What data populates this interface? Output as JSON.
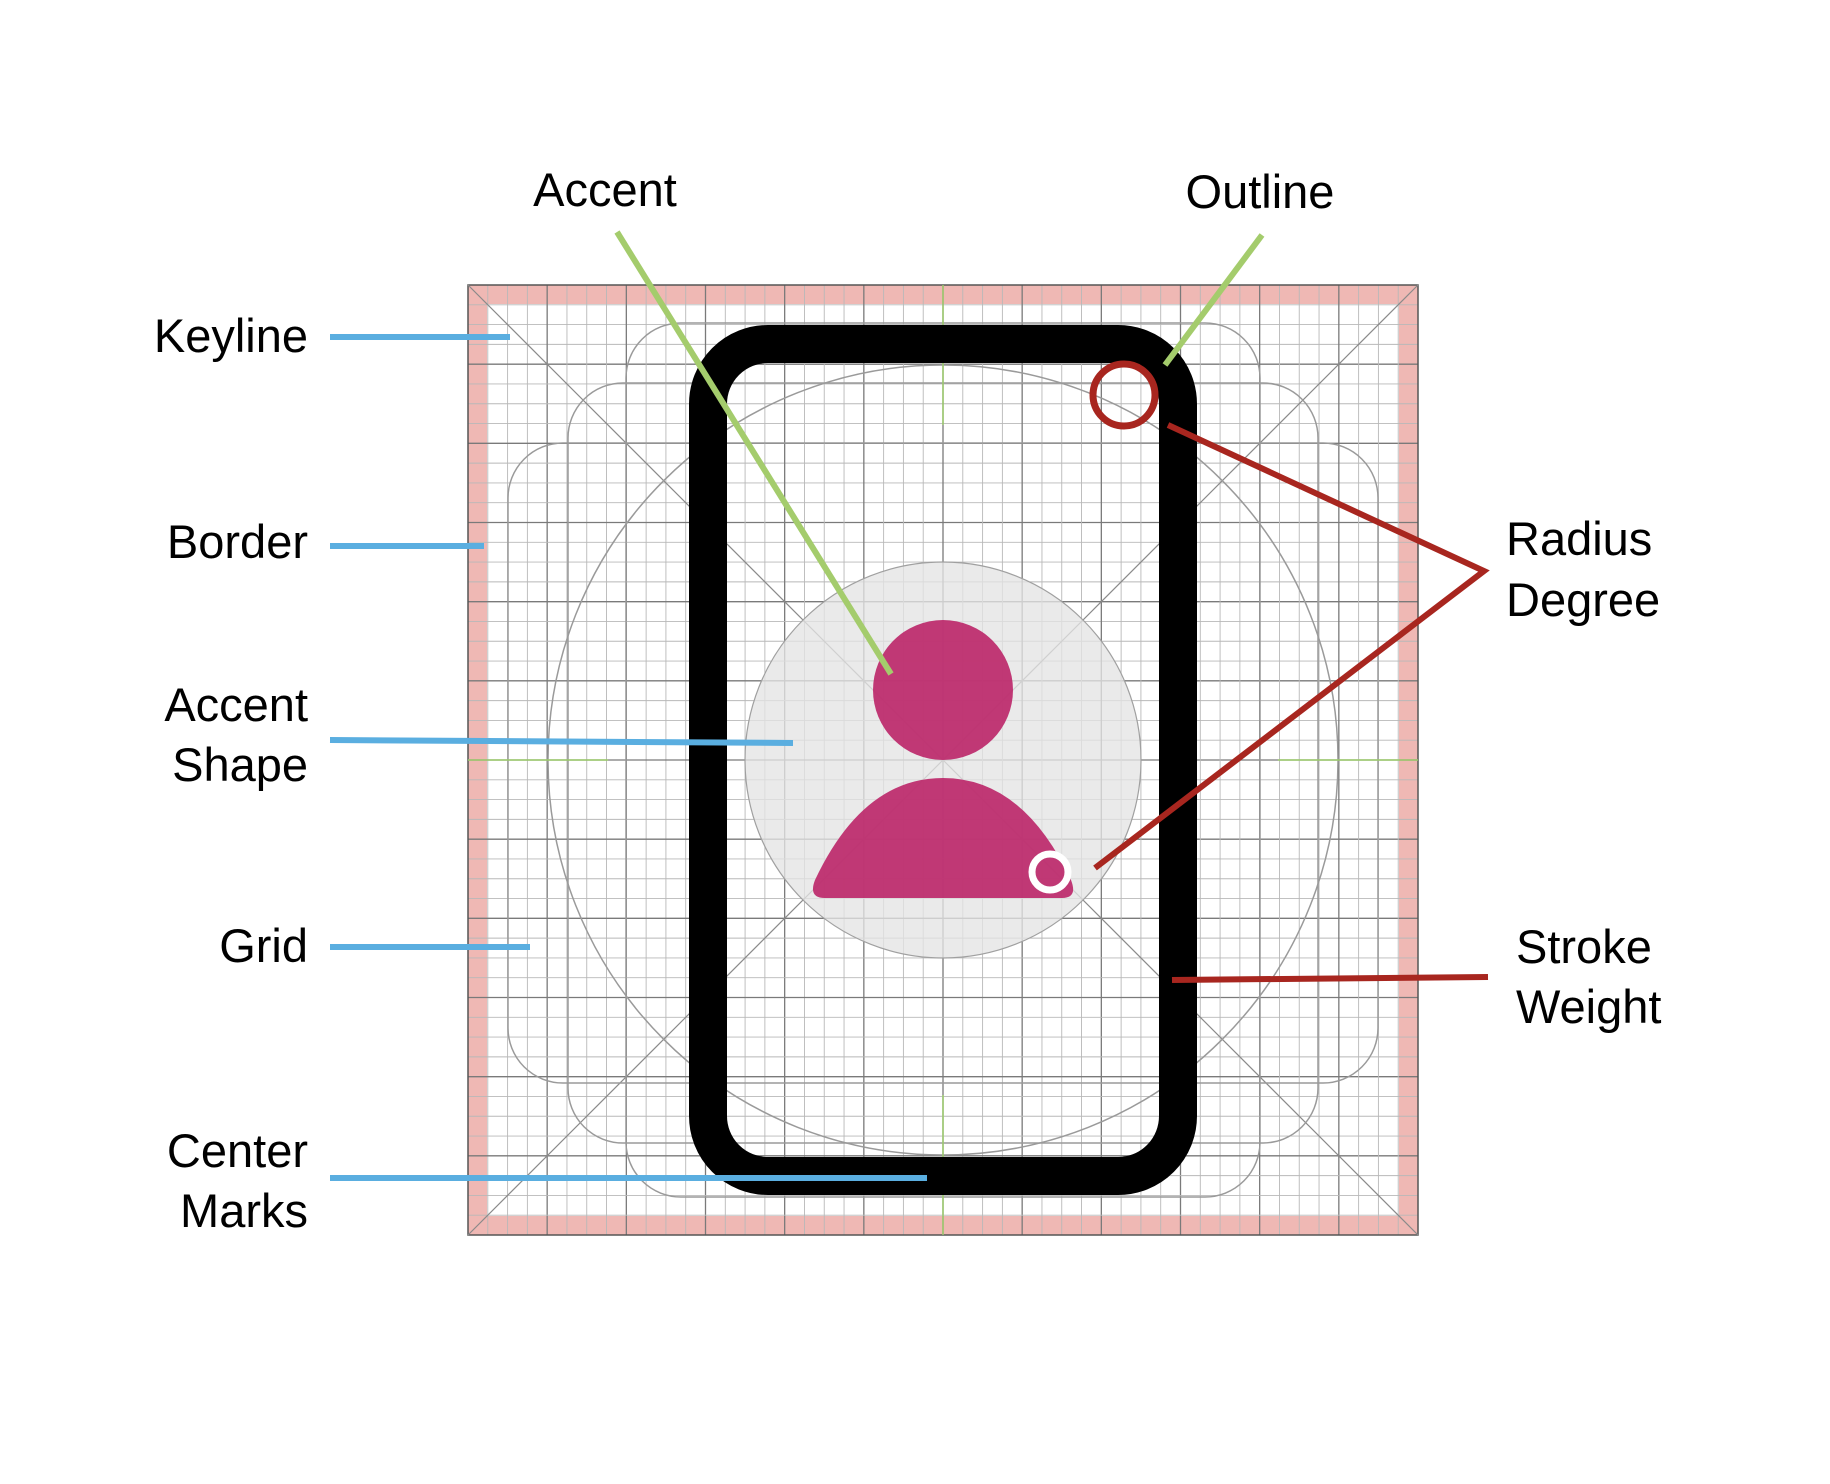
{
  "labels": {
    "keyline": "Keyline",
    "border": "Border",
    "accent_shape": [
      "Accent",
      "Shape"
    ],
    "grid": "Grid",
    "center_marks": [
      "Center",
      "Marks"
    ],
    "accent": "Accent",
    "outline": "Outline",
    "radius_degree": [
      "Radius",
      "Degree"
    ],
    "stroke_weight": [
      "Stroke",
      "Weight"
    ]
  },
  "colors": {
    "border_fill": "#efb8b4",
    "grid_line": "#b0b0b0",
    "grid_major": "#7a7a7a",
    "keyline": "#9a9a9a",
    "outline": "#000000",
    "accent": "#bc2a6c",
    "accent_shape": "#e4e4e4",
    "center_mark": "#9bcb6b",
    "left_callout": "#5aaee0",
    "green_callout": "#a4cc6c",
    "red_callout": "#a8261f"
  }
}
